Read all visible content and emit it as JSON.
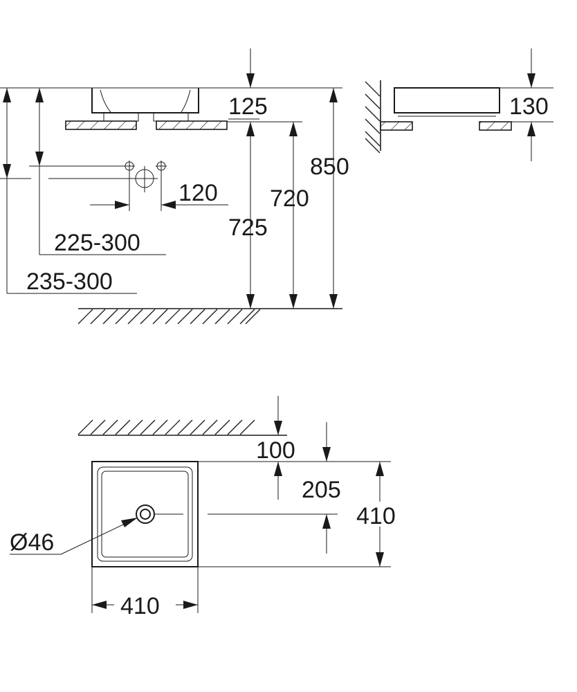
{
  "side_view": {
    "dim_125": "125",
    "dim_850": "850",
    "dim_720": "720",
    "dim_725": "725",
    "dim_120": "120",
    "dim_225_300": "225-300",
    "dim_235_300": "235-300"
  },
  "end_view": {
    "dim_130": "130"
  },
  "top_view": {
    "dim_100": "100",
    "dim_205": "205",
    "dim_410_height": "410",
    "dim_410_width": "410",
    "dim_drain": "Ø46"
  }
}
